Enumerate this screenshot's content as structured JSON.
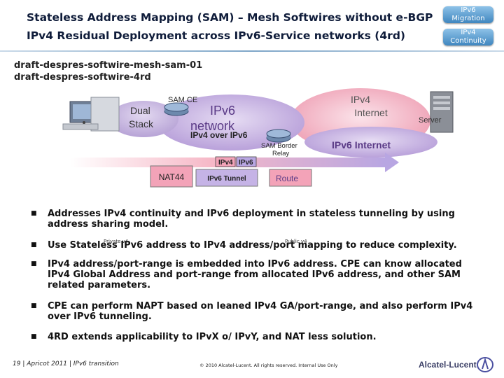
{
  "header": {
    "title_line1": "Stateless Address Mapping (SAM) – Mesh Softwires without e-BGP",
    "title_line2": "IPv4 Residual Deployment across IPv6-Service networks (4rd)",
    "badge_migration_line1": "IPv6",
    "badge_migration_line2": "Migration",
    "badge_continuity_line1": "IPv4",
    "badge_continuity_line2": "Continuity"
  },
  "drafts": {
    "line1": "draft-despres-softwire-mesh-sam-01",
    "line2": "draft-despres-softwire-4rd"
  },
  "diagram": {
    "dual_stack_line1": "Dual",
    "dual_stack_line2": "Stack",
    "sam_ce": "SAM CE",
    "ipv6_network_line1": "IPv6",
    "ipv6_network_line2": "network",
    "ipv4_over_ipv6": "IPv4 over IPv6",
    "ipv4_internet_line1": "IPv4",
    "ipv4_internet_line2": "Internet",
    "server": "Server",
    "sam_border_relay_line1": "SAM Border",
    "sam_border_relay_line2": "Relay",
    "ipv6_internet": "IPv6 Internet",
    "bar_ipv4": "IPv4",
    "bar_ipv6": "IPv6",
    "nat44": "NAT44",
    "ipv6_tunnel": "IPv6 Tunnel",
    "route": "Route"
  },
  "bullets": [
    {
      "marker": "■",
      "text": "Addresses IPv4 continuity and IPv6 deployment in stateless tunneling by using address sharing model."
    },
    {
      "marker": "■",
      "text": "Use Stateless IPv6 address to IPv4 address/port mapping to reduce complexity."
    },
    {
      "marker": "■",
      "text": "IPv4 address/port-range is embedded into IPv6 address. CPE can know allocated IPv4 Global Address and port-range from allocated IPv6 address, and other SAM related parameters."
    },
    {
      "marker": "■",
      "text": "CPE can perform NAPT based on leaned IPv4 GA/port-range, and also perform IPv4 over IPv6 tunneling."
    },
    {
      "marker": "■",
      "text": "4RD extends applicability to IPvX o/ IPvY, and NAT less solution."
    }
  ],
  "overlay": {
    "private_v4": "Private v4",
    "public_v4": "Public v4"
  },
  "footer": {
    "left": "19 | Apricot 2011 | IPv6 transition",
    "center": "© 2010 Alcatel-Lucent. All rights reserved. Internal Use Only",
    "brand": "Alcatel-Lucent"
  },
  "colors": {
    "title": "#0f1c3a",
    "ipv6_cloud": "#b9a1d9",
    "ipv4_cloud": "#f2a6b8",
    "ipv6_text": "#5a3a86",
    "ipv4_bar": "#f6b8c7",
    "ipv6_bar": "#b8a6e2",
    "badge": "#3f86bf"
  }
}
